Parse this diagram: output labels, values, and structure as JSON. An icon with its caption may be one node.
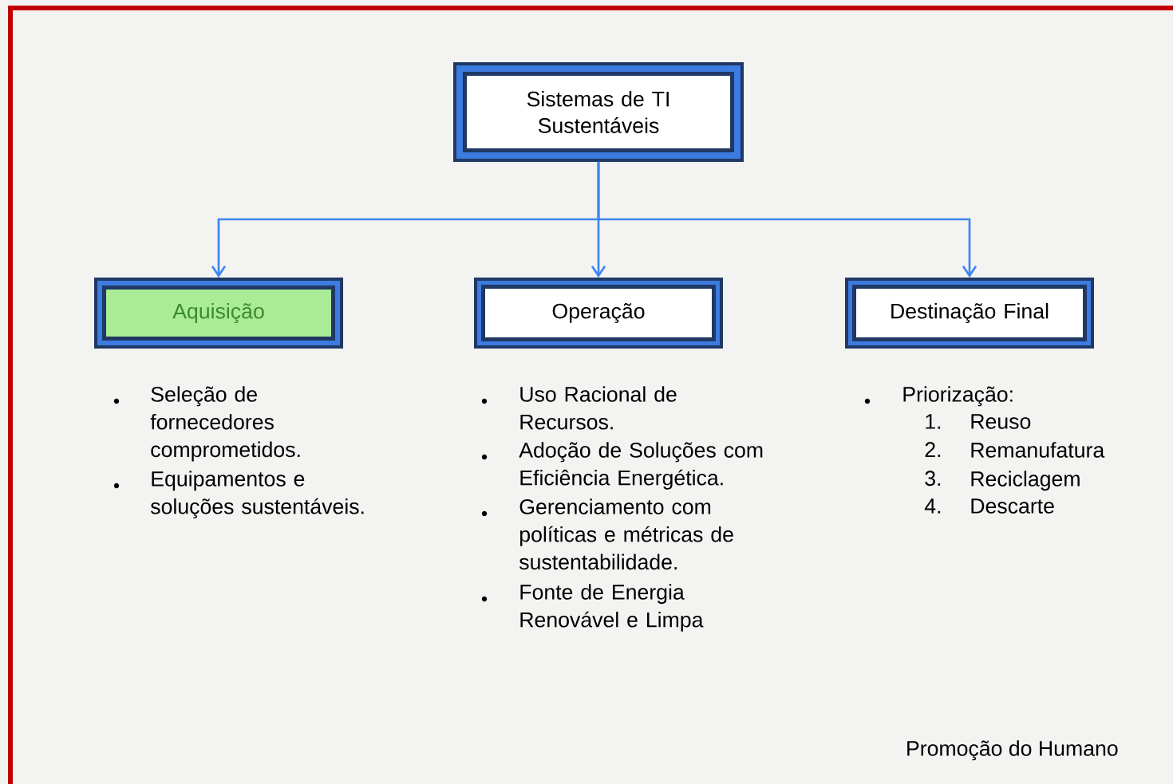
{
  "diagram": {
    "nodes": [
      {
        "text": [
          "Sistemas de TI Sustentáveis"
        ]
      },
      {
        "text": [
          "Aquisição"
        ]
      },
      {
        "text": [
          "Operação"
        ]
      },
      {
        "text": [
          "Destinação Final"
        ]
      }
    ],
    "edges": [
      {
        "from": 0,
        "to": 1,
        "arrow": "to"
      },
      {
        "from": 0,
        "to": 2,
        "arrow": "to"
      },
      {
        "from": 0,
        "to": 3,
        "arrow": "to"
      }
    ],
    "labels": [
      "Seleção de fornecedores comprometidos.",
      "Equipamentos e soluções sustentáveis.",
      "Uso Racional de Recursos.",
      "Adoção de Soluções com Eficiência Energética.",
      "Gerenciamento com políticas e métricas de sustentabilidade.",
      "Fonte de Energia Renovável e Limpa",
      "Priorização:",
      "1.",
      "Reuso",
      "2.",
      "Remanufatura",
      "3.",
      "Reciclagem",
      "4.",
      "Descarte",
      "Promoção do Humano"
    ]
  }
}
